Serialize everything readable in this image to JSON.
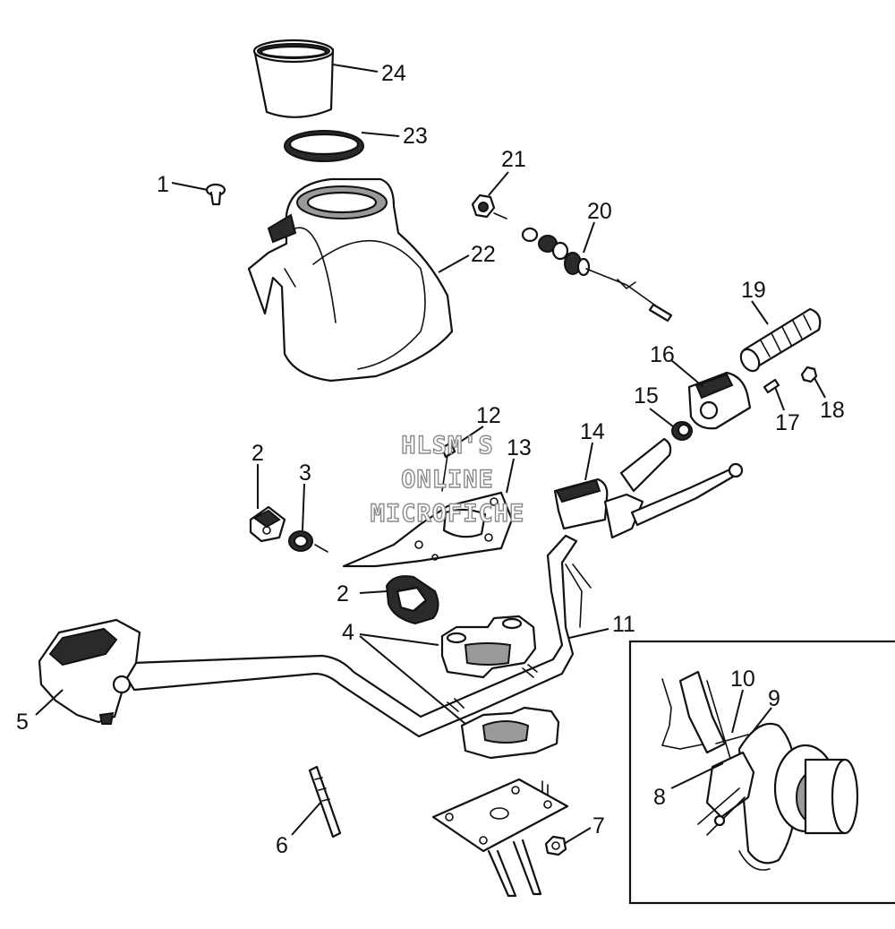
{
  "callouts": {
    "c1": "1",
    "c2a": "2",
    "c2b": "2",
    "c3": "3",
    "c4": "4",
    "c5": "5",
    "c6": "6",
    "c7": "7",
    "c8": "8",
    "c9": "9",
    "c10": "10",
    "c11": "11",
    "c12": "12",
    "c13": "13",
    "c14": "14",
    "c15": "15",
    "c16": "16",
    "c17": "17",
    "c18": "18",
    "c19": "19",
    "c20": "20",
    "c21": "21",
    "c22": "22",
    "c23": "23",
    "c24": "24"
  },
  "watermark": {
    "line1": "HLSM'S",
    "line2": "ONLINE",
    "line3": "MICROFICHE"
  }
}
